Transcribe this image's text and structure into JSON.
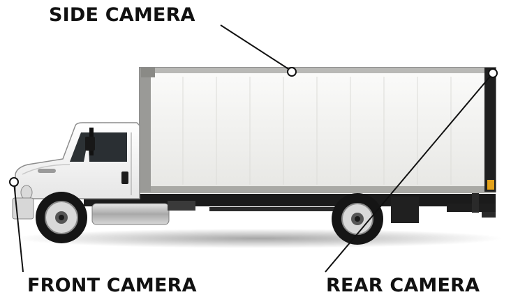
{
  "labels": {
    "side_camera": "SIDE CAMERA",
    "front_camera": "FRONT CAMERA",
    "rear_camera": "REAR CAMERA"
  },
  "icons": {
    "truck": "box-truck-illustration",
    "camera_marker": "circle-marker"
  },
  "colors": {
    "text": "#111111",
    "leader_line": "#111111",
    "box_body": "#f3f3f1",
    "cab": "#f7f7f7",
    "chassis": "#1b1b1b"
  }
}
